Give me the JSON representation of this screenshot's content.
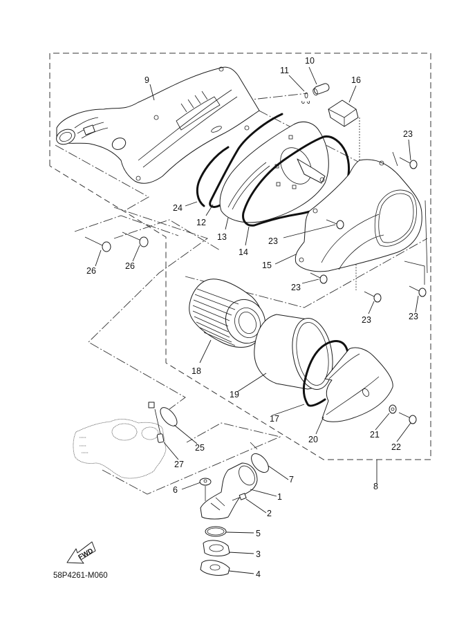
{
  "diagram": {
    "title": "Intake / Air Filter Exploded Parts Diagram",
    "drawing_code": "58P4261-M060",
    "direction_marker": "FWD",
    "callouts": [
      {
        "id": "c1",
        "label": "1",
        "part": "joint-carburetor"
      },
      {
        "id": "c2",
        "label": "2",
        "part": "hose-fitting"
      },
      {
        "id": "c3",
        "label": "3",
        "part": "insulator-joint"
      },
      {
        "id": "c4",
        "label": "4",
        "part": "gasket-flange"
      },
      {
        "id": "c5",
        "label": "5",
        "part": "o-ring"
      },
      {
        "id": "c6",
        "label": "6",
        "part": "nut"
      },
      {
        "id": "c7",
        "label": "7",
        "part": "hose-clamp-joint"
      },
      {
        "id": "c8",
        "label": "8",
        "part": "air-filter-case-assembly"
      },
      {
        "id": "c9",
        "label": "9",
        "part": "air-filter-case"
      },
      {
        "id": "c10",
        "label": "10",
        "part": "drain-plug"
      },
      {
        "id": "c11",
        "label": "11",
        "part": "clip"
      },
      {
        "id": "c12",
        "label": "12",
        "part": "seal-small"
      },
      {
        "id": "c13",
        "label": "13",
        "part": "element-seat"
      },
      {
        "id": "c14",
        "label": "14",
        "part": "case-gasket"
      },
      {
        "id": "c15",
        "label": "15",
        "part": "case-cap"
      },
      {
        "id": "c16",
        "label": "16",
        "part": "damper"
      },
      {
        "id": "c17",
        "label": "17",
        "part": "cap-seal"
      },
      {
        "id": "c18",
        "label": "18",
        "part": "element"
      },
      {
        "id": "c19",
        "label": "19",
        "part": "element-sleeve"
      },
      {
        "id": "c20",
        "label": "20",
        "part": "outlet-cover"
      },
      {
        "id": "c21",
        "label": "21",
        "part": "washer"
      },
      {
        "id": "c22",
        "label": "22",
        "part": "screw"
      },
      {
        "id": "c23a",
        "label": "23",
        "part": "screw-top-right"
      },
      {
        "id": "c23b",
        "label": "23",
        "part": "screw-cap-upper"
      },
      {
        "id": "c23c",
        "label": "23",
        "part": "screw-cap-lower"
      },
      {
        "id": "c23d",
        "label": "23",
        "part": "screw-mid"
      },
      {
        "id": "c23e",
        "label": "23",
        "part": "screw-right"
      },
      {
        "id": "c24",
        "label": "24",
        "part": "seal-outer"
      },
      {
        "id": "c25",
        "label": "25",
        "part": "hose-clamp-carb"
      },
      {
        "id": "c26a",
        "label": "26",
        "part": "bolt-left"
      },
      {
        "id": "c26b",
        "label": "26",
        "part": "bolt-right"
      },
      {
        "id": "c27",
        "label": "27",
        "part": "hose-carb"
      }
    ]
  }
}
